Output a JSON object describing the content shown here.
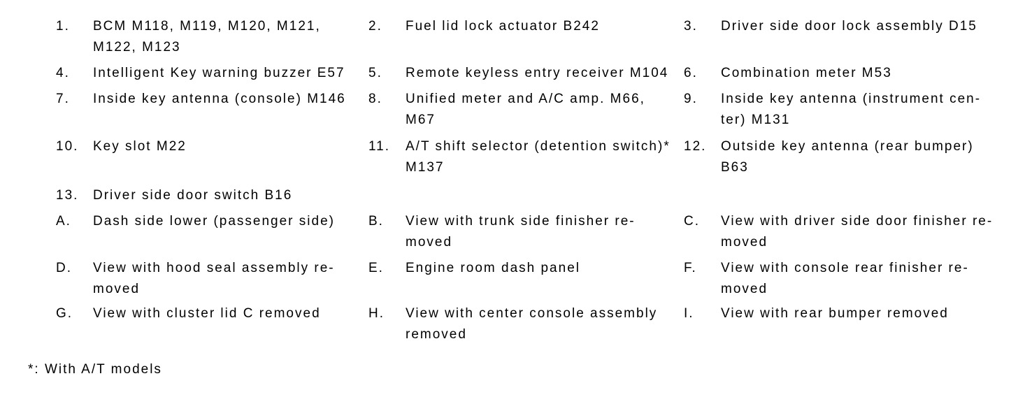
{
  "page": {
    "background": "#ffffff",
    "text_color": "#000000"
  },
  "legend": {
    "rows": [
      {
        "cells": [
          {
            "label": "1.",
            "text": "BCM M118, M119, M120, M121,\nM122, M123"
          },
          {
            "label": "2.",
            "text": "Fuel lid lock actuator B242"
          },
          {
            "label": "3.",
            "text": "Driver side door lock assembly D15"
          }
        ]
      },
      {
        "cells": [
          {
            "label": "4.",
            "text": "Intelligent Key warning buzzer E57"
          },
          {
            "label": "5.",
            "text": "Remote keyless entry receiver M104"
          },
          {
            "label": "6.",
            "text": "Combination meter M53"
          }
        ]
      },
      {
        "cells": [
          {
            "label": "7.",
            "text": "Inside key antenna (console) M146"
          },
          {
            "label": "8.",
            "text": "Unified meter and A/C amp. M66,\nM67"
          },
          {
            "label": "9.",
            "text": "Inside key antenna (instrument cen-\nter) M131"
          }
        ]
      },
      {
        "cells": [
          {
            "label": "10.",
            "text": "Key slot M22"
          },
          {
            "label": "11.",
            "text": "A/T shift selector (detention switch)*\nM137"
          },
          {
            "label": "12.",
            "text": "Outside key antenna (rear bumper)\nB63"
          }
        ]
      },
      {
        "cells": [
          {
            "label": "13.",
            "text": "Driver side door switch B16"
          },
          {
            "label": "",
            "text": ""
          },
          {
            "label": "",
            "text": ""
          }
        ]
      },
      {
        "cells": [
          {
            "label": "A.",
            "text": "Dash side lower (passenger side)"
          },
          {
            "label": "B.",
            "text": "View with trunk side finisher re-\nmoved"
          },
          {
            "label": "C.",
            "text": "View with driver side door finisher re-\nmoved"
          }
        ]
      },
      {
        "cells": [
          {
            "label": "D.",
            "text": "View with hood seal assembly re-\nmoved"
          },
          {
            "label": "E.",
            "text": "Engine room dash panel"
          },
          {
            "label": "F.",
            "text": "View with console rear finisher re-\nmoved"
          }
        ]
      },
      {
        "cells": [
          {
            "label": "G.",
            "text": "View with cluster lid C removed"
          },
          {
            "label": "H.",
            "text": "View with center console assembly\nremoved"
          },
          {
            "label": "I.",
            "text": "View with rear bumper removed"
          }
        ]
      }
    ]
  },
  "footnote": "*: With A/T models"
}
